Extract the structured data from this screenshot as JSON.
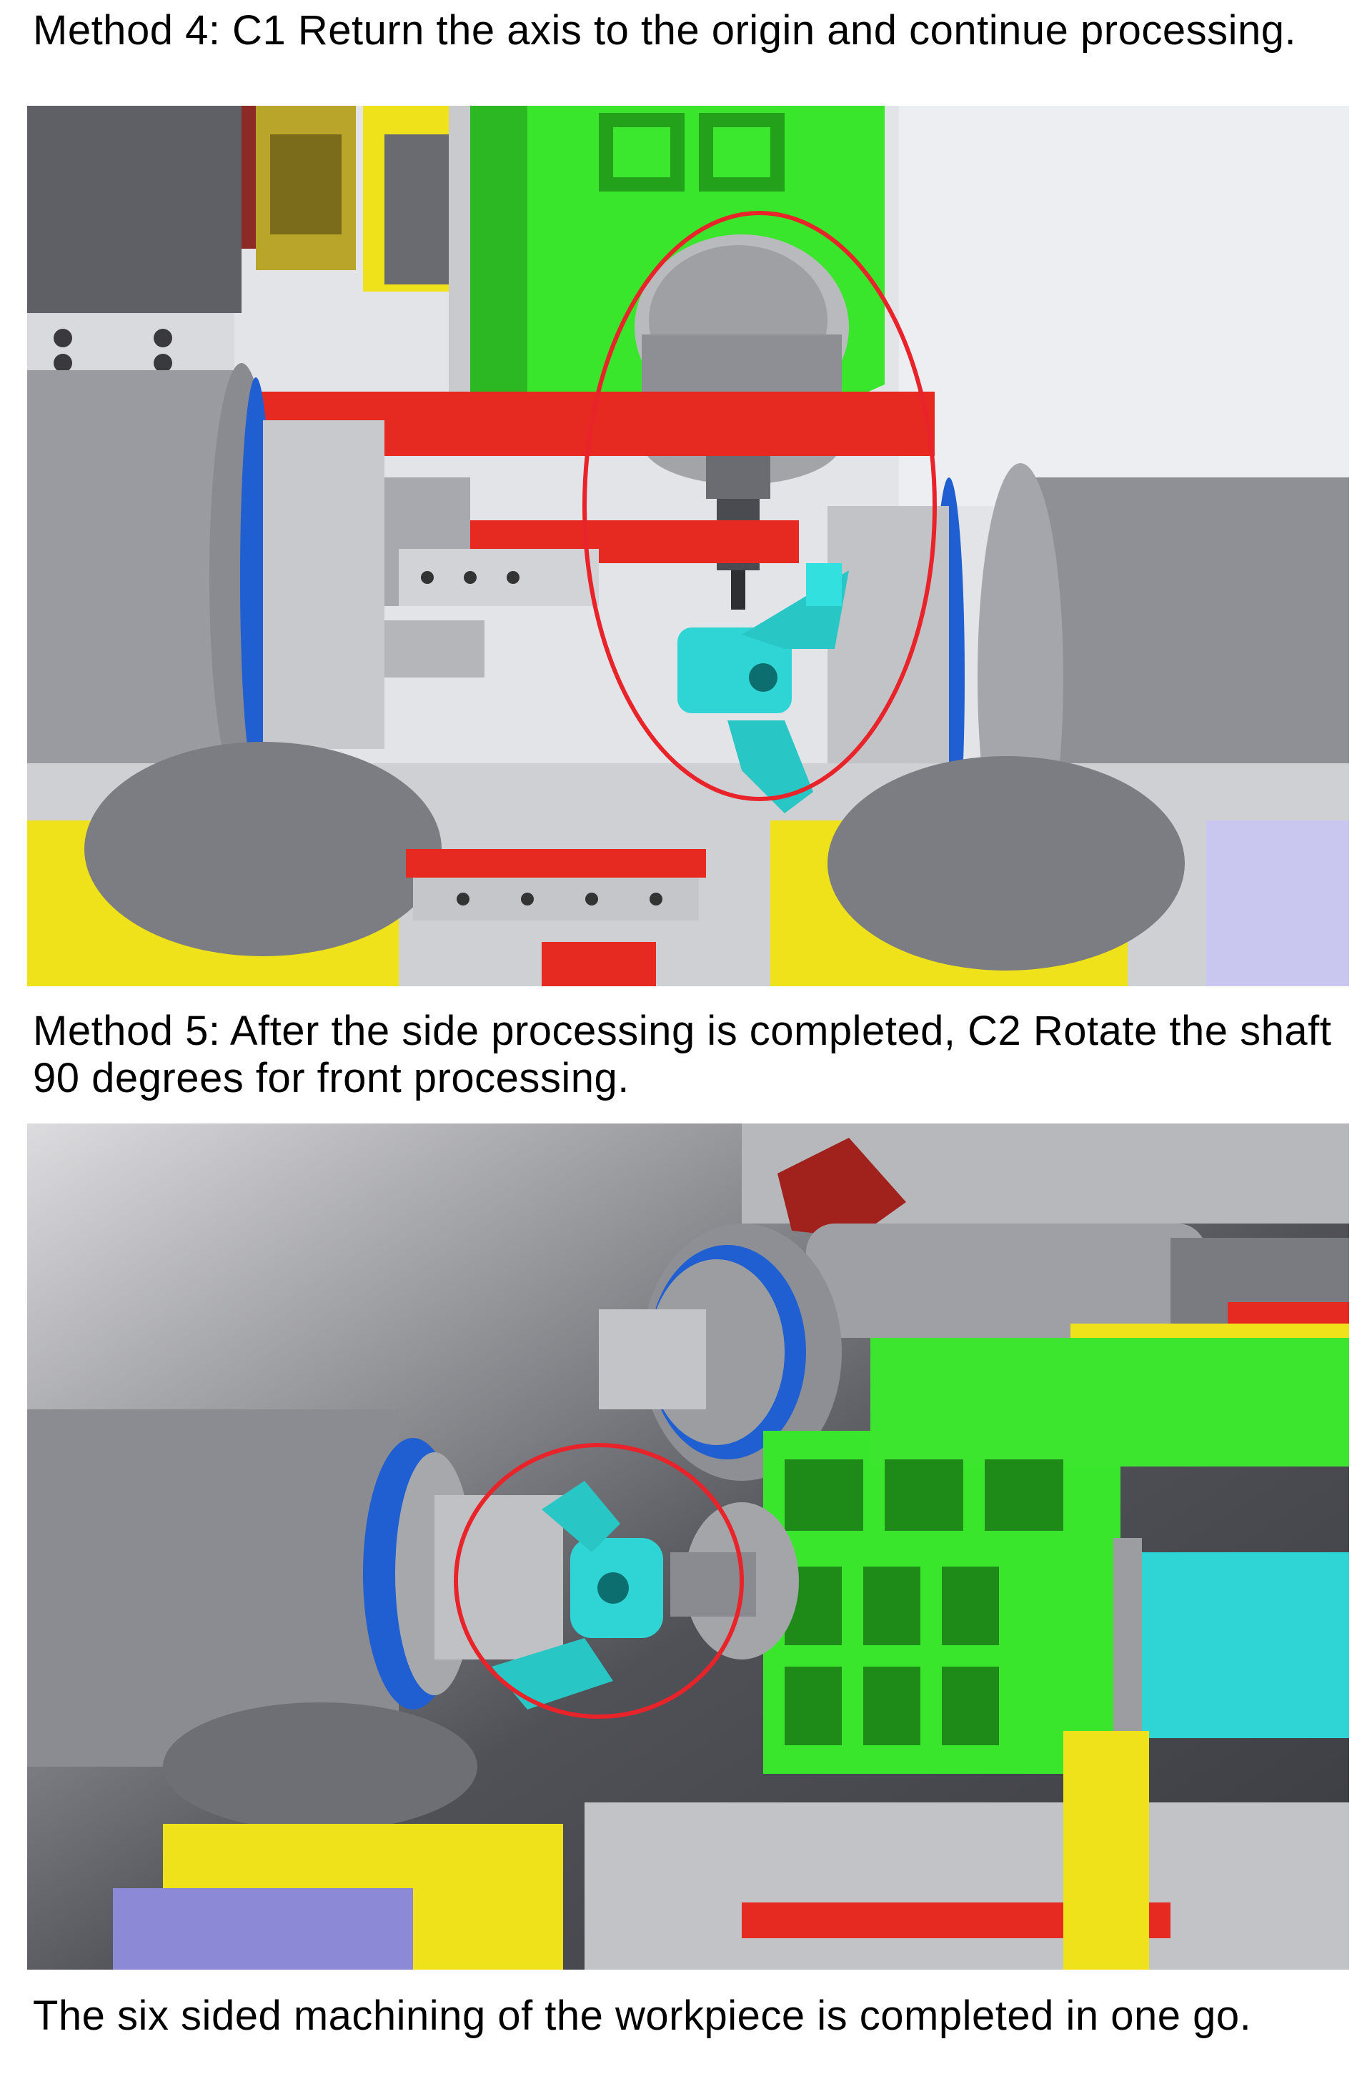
{
  "captions": {
    "method4": "Method 4: C1  Return the axis to the origin and continue processing.",
    "method5": "Method 5: After the side processing is completed, C2  Rotate the shaft 90 degrees for front processing.",
    "summary": "The six sided machining of the workpiece is completed in one go."
  },
  "figures": {
    "fig1": {
      "highlight_color": "#e8232a",
      "workpiece_color": "#2fd4d4"
    },
    "fig2": {
      "highlight_color": "#e8232a",
      "workpiece_color": "#2fd4d4"
    }
  },
  "colors": {
    "machine_green": "#39e62b",
    "machine_yellow": "#f0e21a",
    "machine_red": "#e62a22",
    "machine_blue": "#1f5fd1",
    "steel_gray": "#9a9ba1",
    "dark_gray": "#5d5e63"
  }
}
